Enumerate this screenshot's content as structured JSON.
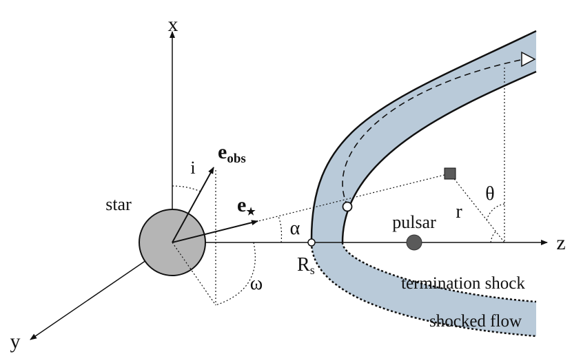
{
  "colors": {
    "shock_fill": "#b9cad9",
    "star_fill": "#b5b5b5",
    "pulsar_fill": "#5a5a5a",
    "ink": "#111111"
  },
  "labels": {
    "axis_x": "x",
    "axis_y": "y",
    "axis_z": "z",
    "star": "star",
    "pulsar": "pulsar",
    "e_obs_main": "e",
    "e_obs_sub": "obs",
    "e_star_main": "e",
    "e_star_sub": "★",
    "incl": "i",
    "alpha": "α",
    "omega": "ω",
    "theta": "θ",
    "r": "r",
    "rs_main": "R",
    "rs_sub": "s",
    "termination_shock": "termination shock",
    "shocked_flow": "shocked flow"
  }
}
